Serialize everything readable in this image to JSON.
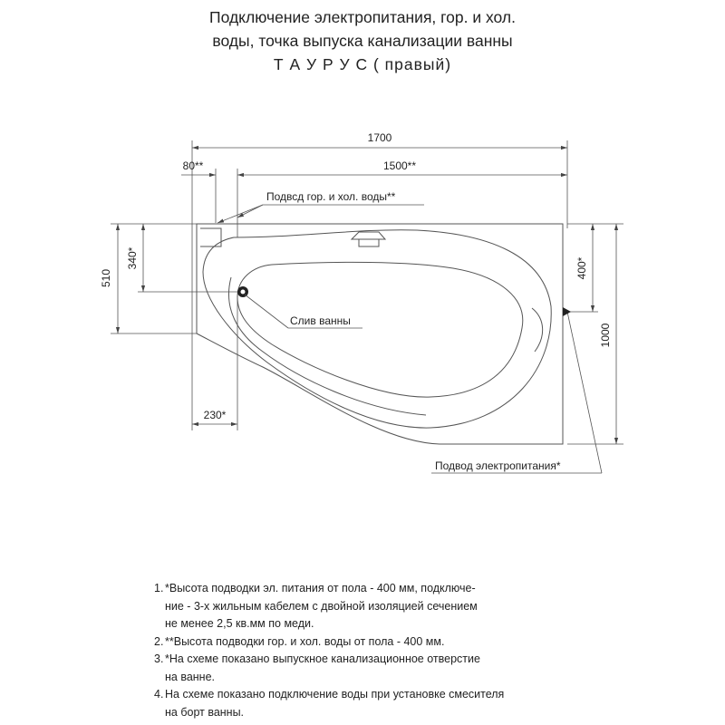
{
  "title": {
    "line1": "Подключение электропитания, гор. и хол.",
    "line2": "воды, точка выпуска канализации ванны",
    "line3": "Т А У Р У С ( правый)"
  },
  "dimensions": {
    "total_length": "1700",
    "offset_80": "80**",
    "length_1500": "1500**",
    "width_510": "510",
    "depth_340": "340*",
    "height_400": "400*",
    "width_1000": "1000",
    "drain_230": "230*"
  },
  "labels": {
    "water_supply": "Подвсд гор. и хол. воды**",
    "drain": "Слив ванны",
    "power_supply": "Подвод электропитания*"
  },
  "notes": [
    {
      "num": "1.",
      "lines": [
        "*Высота подводки эл. питания от пола - 400 мм, подключе-",
        "ние - 3-х жильным кабелем с двойной изоляцией сечением",
        "не менее 2,5 кв.мм по меди."
      ]
    },
    {
      "num": "2.",
      "lines": [
        "**Высота подводки гор. и хол. воды от пола - 400 мм."
      ]
    },
    {
      "num": "3.",
      "lines": [
        "*На схеме показано выпускное канализационное отверстие",
        " на ванне."
      ]
    },
    {
      "num": "4.",
      "lines": [
        "На схеме показано подключение воды при установке смесителя",
        " на борт ванны."
      ]
    }
  ]
}
